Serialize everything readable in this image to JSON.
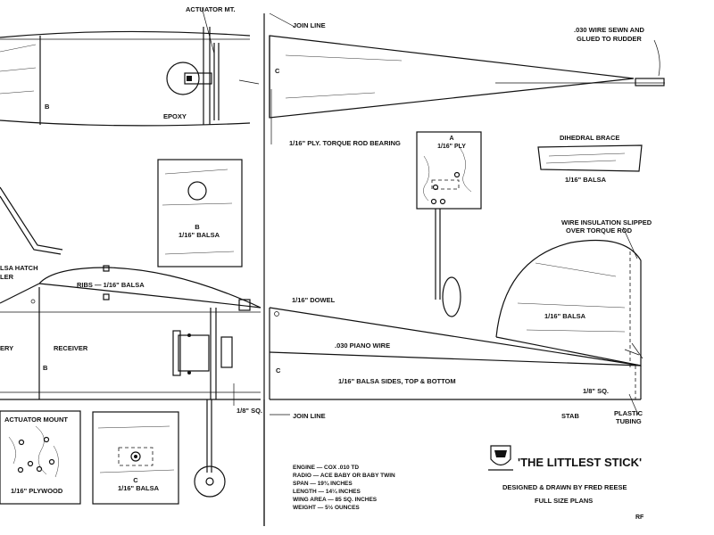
{
  "labels": {
    "actuator_mt": "ACTUATOR MT.",
    "epoxy": "EPOXY",
    "b_top": "B",
    "b_card": "B",
    "b_card_sub": "1/16\" BALSA",
    "join_line_top": "JOIN LINE",
    "c_top": "C",
    "wire_sewn_1": ".030 WIRE SEWN AND",
    "wire_sewn_2": "GLUED TO RUDDER",
    "torque_rod_bearing": "1/16\" PLY. TORQUE ROD BEARING",
    "a_card": "A",
    "a_card_sub": "1/16\" PLY",
    "dihedral_brace": "DIHEDRAL BRACE",
    "dihedral_sub": "1/16\" BALSA",
    "wire_insulation_1": "WIRE INSULATION SLIPPED",
    "wire_insulation_2": "OVER TORQUE ROD",
    "balsa_hatch": "LSA HATCH",
    "balsa_hatch_2": "LER",
    "ribs": "RIBS — 1/16\" BALSA",
    "battery": "ERY",
    "receiver": "RECEIVER",
    "b_bottom": "B",
    "dowel": "1/16\" DOWEL",
    "piano_wire": ".030 PIANO WIRE",
    "rudder_balsa": "1/16\" BALSA",
    "c_bottom": "C",
    "sides": "1/16\" BALSA SIDES, TOP & BOTTOM",
    "eighth_sq_left": "1/8\" SQ.",
    "eighth_sq_right": "1/8\" SQ.",
    "join_line_bottom": "JOIN LINE",
    "stab": "STAB",
    "plastic_1": "PLASTIC",
    "plastic_2": "TUBING",
    "actuator_mount": "ACTUATOR MOUNT",
    "plywood": "1/16\" PLYWOOD",
    "c_card": "C",
    "c_card_sub": "1/16\" BALSA"
  },
  "title_block": {
    "title": "'THE LITTLEST STICK'",
    "designed_by": "DESIGNED & DRAWN BY FRED REESE",
    "full_size": "FULL SIZE PLANS",
    "specs": [
      "ENGINE — COX .010 TD",
      "RADIO — ACE BABY OR BABY TWIN",
      "SPAN — 19¾ INCHES",
      "LENGTH — 14¼ INCHES",
      "WING AREA — 85 SQ. INCHES",
      "WEIGHT — 5½ OUNCES"
    ],
    "mark": "RF"
  }
}
